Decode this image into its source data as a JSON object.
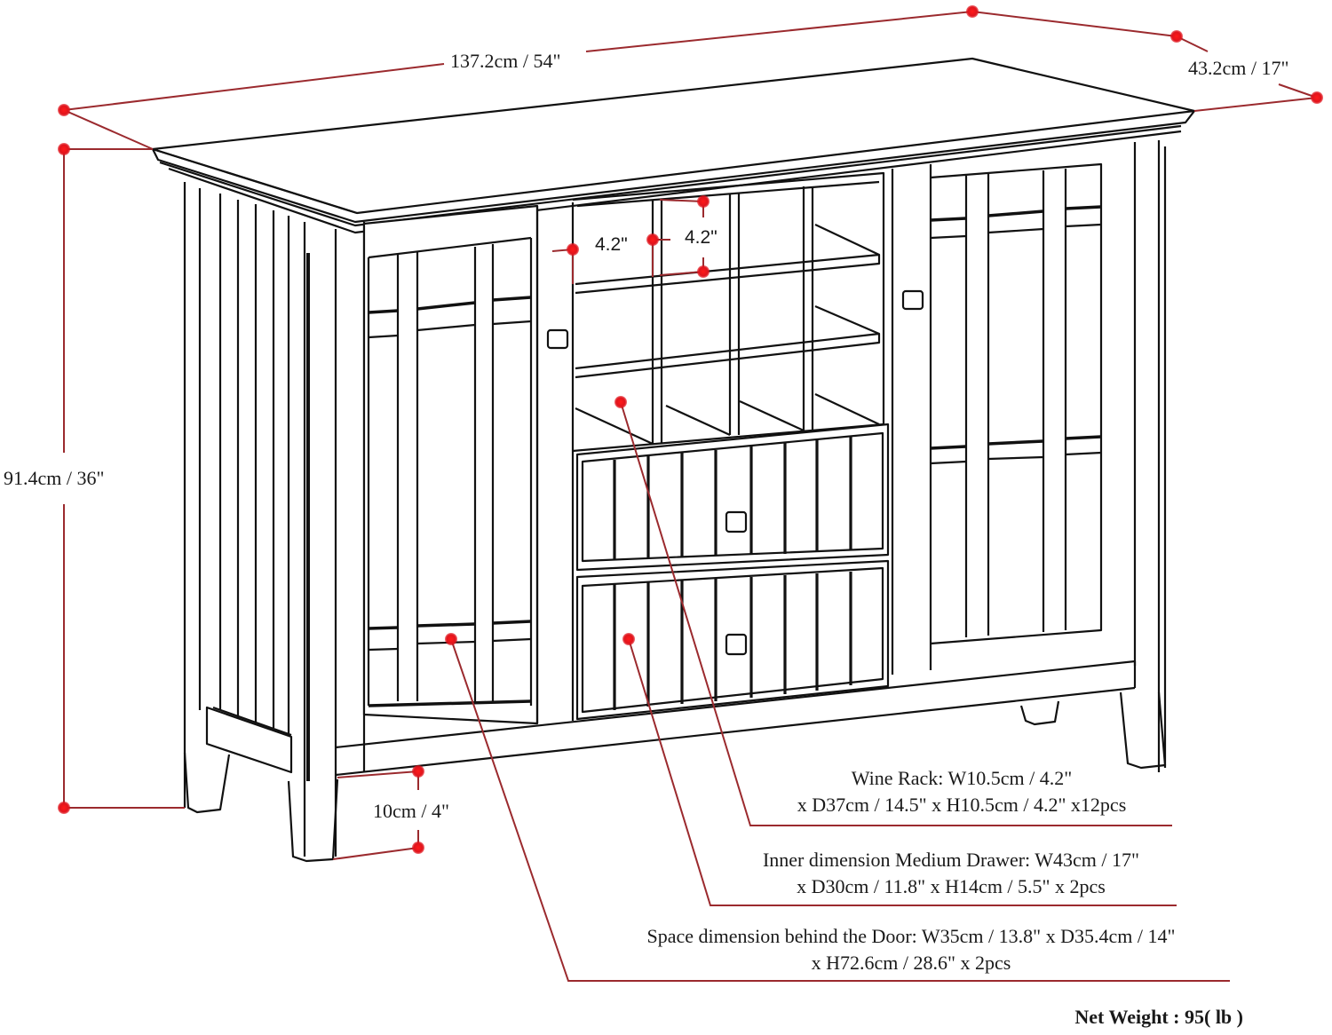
{
  "diagram": {
    "subject": "Sideboard buffet cabinet with wine rack, two glass-panel doors and two drawers",
    "colors": {
      "line": "#111111",
      "dimension": "#e0141c",
      "dimension_line": "#9b2a2e",
      "background": "#ffffff"
    },
    "dimensions": {
      "width": "137.2cm / 54\"",
      "depth": "43.2cm / 17\"",
      "height": "91.4cm / 36\"",
      "leg_clearance": "10cm / 4\"",
      "wine_cell_width": "4.2\"",
      "wine_cell_height": "4.2\""
    },
    "notes": [
      {
        "name": "wine-rack",
        "line1": "Wine Rack: W10.5cm / 4.2\"",
        "line2": "x D37cm / 14.5\" x H10.5cm / 4.2\" x12pcs"
      },
      {
        "name": "medium-drawer",
        "line1": "Inner dimension Medium Drawer: W43cm / 17\"",
        "line2": "x D30cm / 11.8\" x H14cm / 5.5\" x 2pcs"
      },
      {
        "name": "door-space",
        "line1": "Space dimension behind the Door:  W35cm / 13.8\" x D35.4cm / 14\"",
        "line2": "x H72.6cm / 28.6\" x 2pcs"
      }
    ],
    "net_weight": "Net Weight : 95( lb )"
  }
}
